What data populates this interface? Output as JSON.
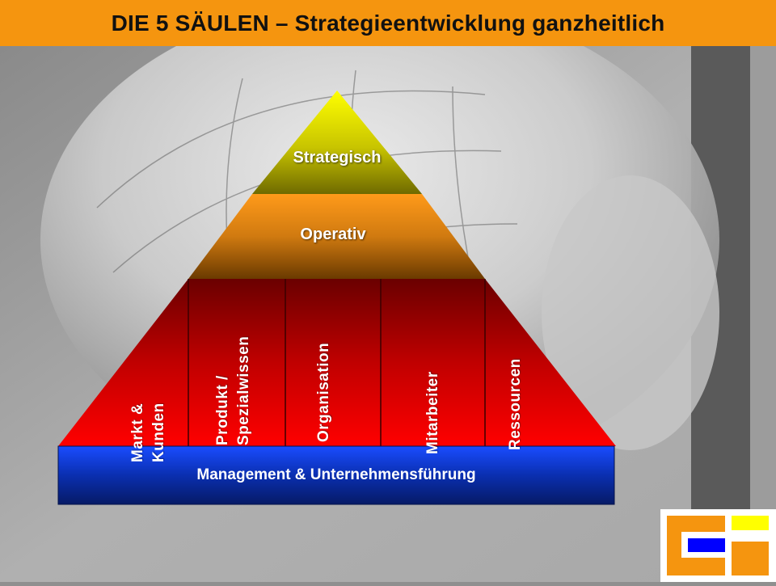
{
  "title": "DIE  5 SÄULEN – Strategieentwicklung ganzheitlich",
  "pyramid": {
    "top_label": "Strategisch",
    "middle_label": "Operativ",
    "pillars": [
      {
        "line1": "Markt &",
        "line2": "Kunden"
      },
      {
        "line1": "Produkt /",
        "line2": "Spezialwissen"
      },
      {
        "line1": "Organisation",
        "line2": ""
      },
      {
        "line1": "Mitarbeiter",
        "line2": ""
      },
      {
        "line1": "Ressourcen",
        "line2": ""
      }
    ],
    "base_label": "Management & Unternehmensführung"
  },
  "colors": {
    "title_bar": "#f5950f",
    "strategic": "#e6e600",
    "operative": "#f08c1a",
    "pillars": "#e60000",
    "base": "#0a2fb0",
    "logo_orange": "#f5950f",
    "logo_yellow": "#ffff00",
    "logo_blue": "#0000ff"
  }
}
